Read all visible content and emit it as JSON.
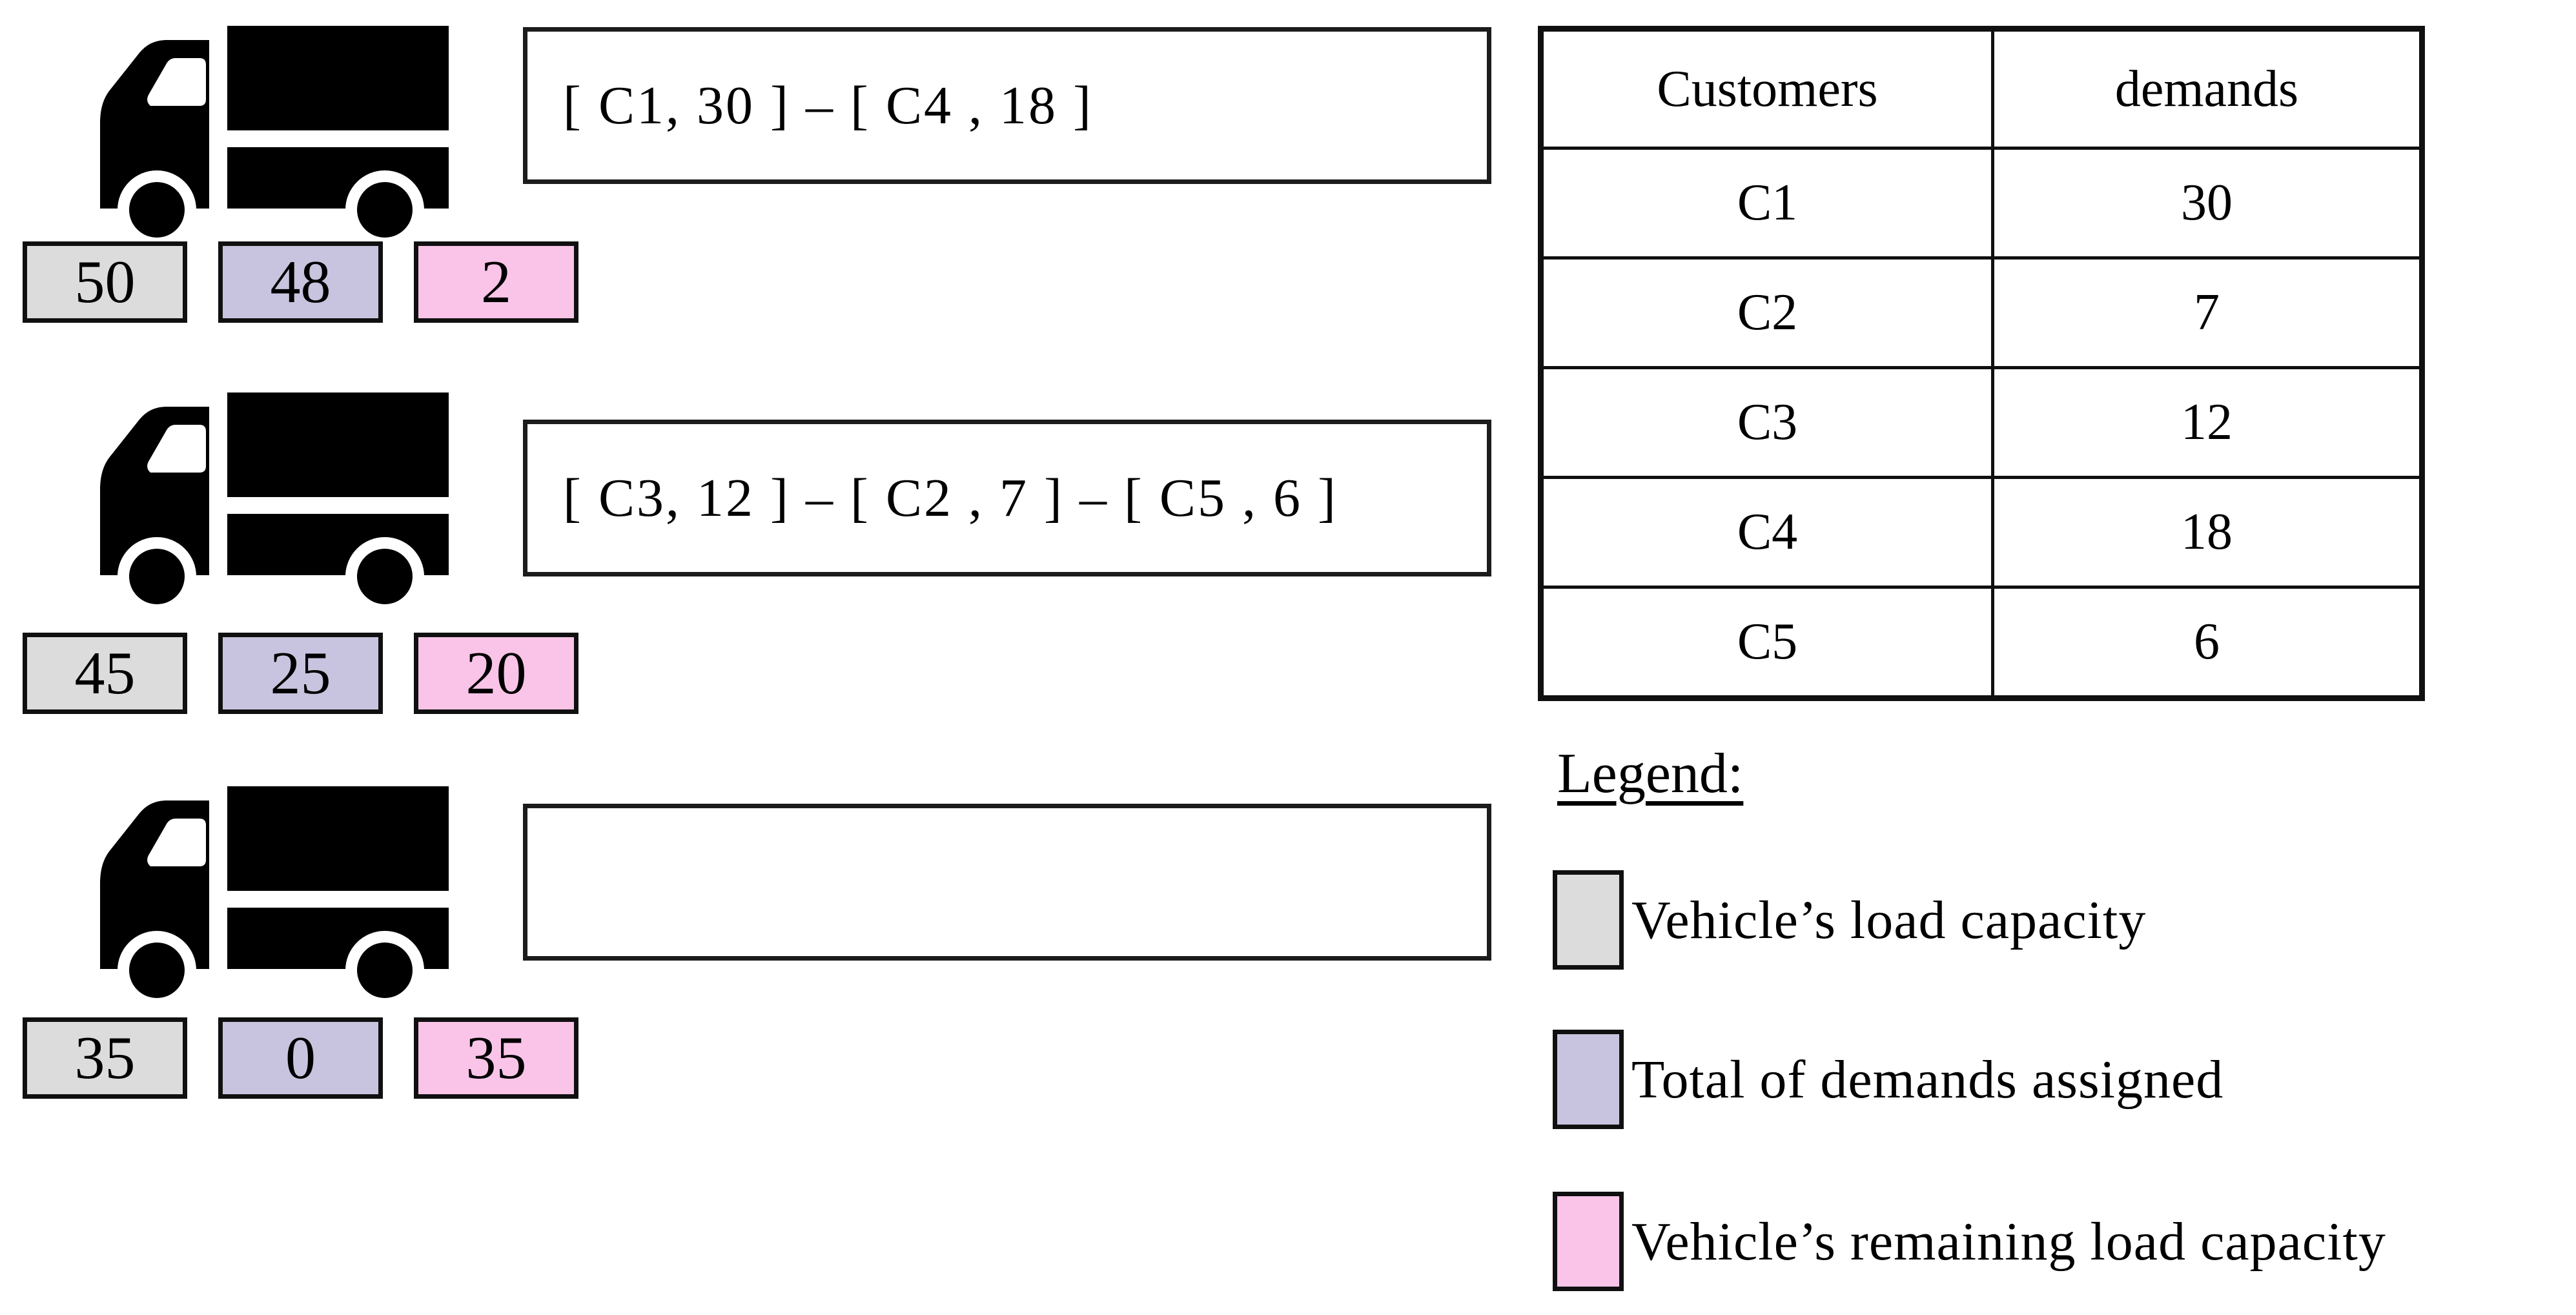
{
  "vehicles": [
    {
      "route": "[ C1, 30 ] – [ C4 , 18 ]",
      "load_capacity": "50",
      "demands_assigned": "48",
      "remaining_capacity": "2"
    },
    {
      "route": "[ C3, 12 ] – [ C2 , 7 ] – [ C5 , 6 ]",
      "load_capacity": "45",
      "demands_assigned": "25",
      "remaining_capacity": "20"
    },
    {
      "route": "",
      "load_capacity": "35",
      "demands_assigned": "0",
      "remaining_capacity": "35"
    }
  ],
  "customers_table": {
    "headers": [
      "Customers",
      "demands"
    ],
    "rows": [
      [
        "C1",
        "30"
      ],
      [
        "C2",
        "7"
      ],
      [
        "C3",
        "12"
      ],
      [
        "C4",
        "18"
      ],
      [
        "C5",
        "6"
      ]
    ]
  },
  "legend": {
    "title": "Legend:",
    "items": [
      {
        "label": "Vehicle’s load capacity",
        "color": "#dcdcdc"
      },
      {
        "label": "Total of demands assigned",
        "color": "#c8c4df"
      },
      {
        "label": "Vehicle’s remaining load capacity",
        "color": "#fac4e8"
      }
    ]
  },
  "colors": {
    "load_capacity": "#dcdcdc",
    "demands_assigned": "#c8c4df",
    "remaining_capacity": "#fac4e8",
    "border": "#101010"
  }
}
